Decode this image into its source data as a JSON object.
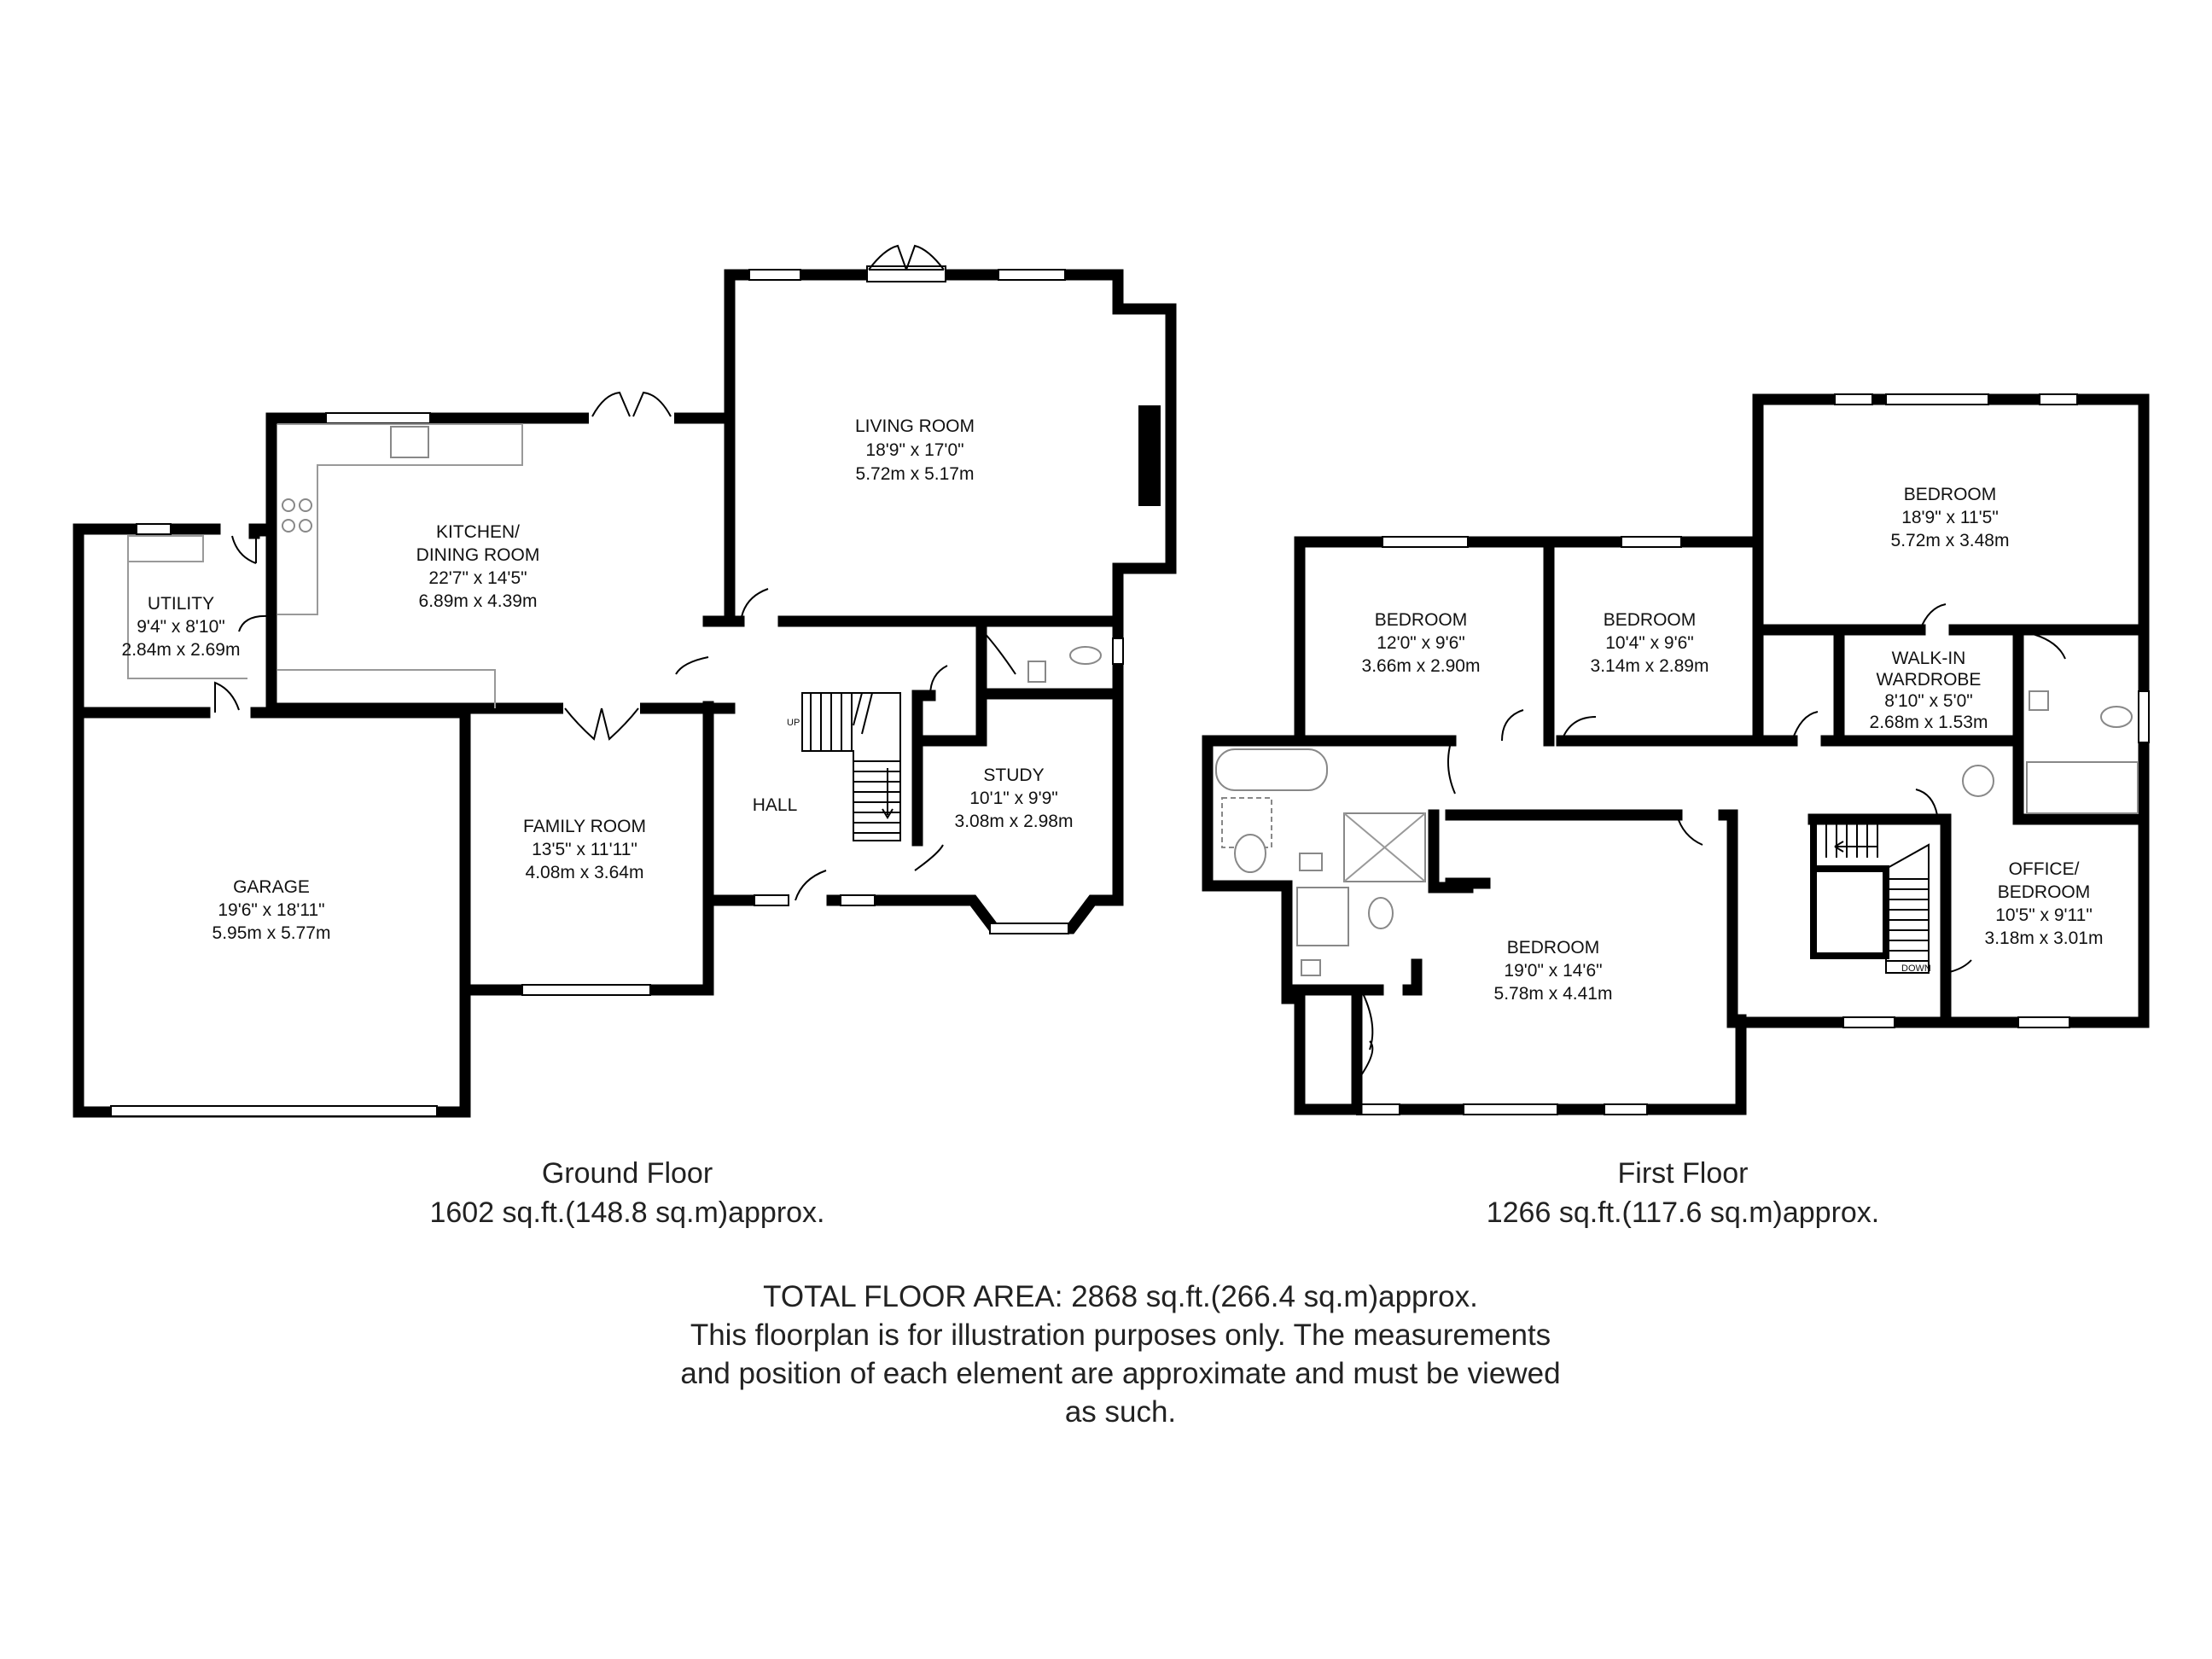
{
  "rooms": {
    "living": {
      "name": "LIVING ROOM",
      "imperial": "18'9\" x 17'0\"",
      "metric": "5.72m x 5.17m"
    },
    "kitchen": {
      "name1": "KITCHEN/",
      "name2": "DINING ROOM",
      "imperial": "22'7\" x 14'5\"",
      "metric": "6.89m x 4.39m"
    },
    "utility": {
      "name": "UTILITY",
      "imperial": "9'4\" x 8'10\"",
      "metric": "2.84m x 2.69m"
    },
    "garage": {
      "name": "GARAGE",
      "imperial": "19'6\" x 18'11\"",
      "metric": "5.95m x 5.77m"
    },
    "family": {
      "name": "FAMILY ROOM",
      "imperial": "13'5\" x 11'11\"",
      "metric": "4.08m x 3.64m"
    },
    "hall": {
      "name": "HALL"
    },
    "study": {
      "name": "STUDY",
      "imperial": "10'1\" x 9'9\"",
      "metric": "3.08m x 2.98m"
    },
    "bed1": {
      "name": "BEDROOM",
      "imperial": "12'0\" x 9'6\"",
      "metric": "3.66m x 2.90m"
    },
    "bed2": {
      "name": "BEDROOM",
      "imperial": "10'4\" x 9'6\"",
      "metric": "3.14m x 2.89m"
    },
    "bed3": {
      "name": "BEDROOM",
      "imperial": "18'9\" x 11'5\"",
      "metric": "5.72m x 3.48m"
    },
    "wardrobe": {
      "name1": "WALK-IN",
      "name2": "WARDROBE",
      "imperial": "8'10\" x 5'0\"",
      "metric": "2.68m x 1.53m"
    },
    "bed4": {
      "name": "BEDROOM",
      "imperial": "19'0\" x 14'6\"",
      "metric": "5.78m x 4.41m"
    },
    "office": {
      "name1": "OFFICE/",
      "name2": "BEDROOM",
      "imperial": "10'5\" x 9'11\"",
      "metric": "3.18m x 3.01m"
    }
  },
  "stairs": {
    "up": "UP",
    "down": "DOWN"
  },
  "floors": {
    "ground": {
      "title": "Ground Floor",
      "area": "1602 sq.ft.(148.8 sq.m)approx."
    },
    "first": {
      "title": "First Floor",
      "area": "1266 sq.ft.(117.6 sq.m)approx."
    }
  },
  "footer": {
    "total": "TOTAL FLOOR AREA: 2868 sq.ft.(266.4 sq.m)approx.",
    "line1": "This floorplan is for illustration purposes only. The measurements",
    "line2": "and position of each element are approximate and must be viewed",
    "line3": "as such."
  }
}
